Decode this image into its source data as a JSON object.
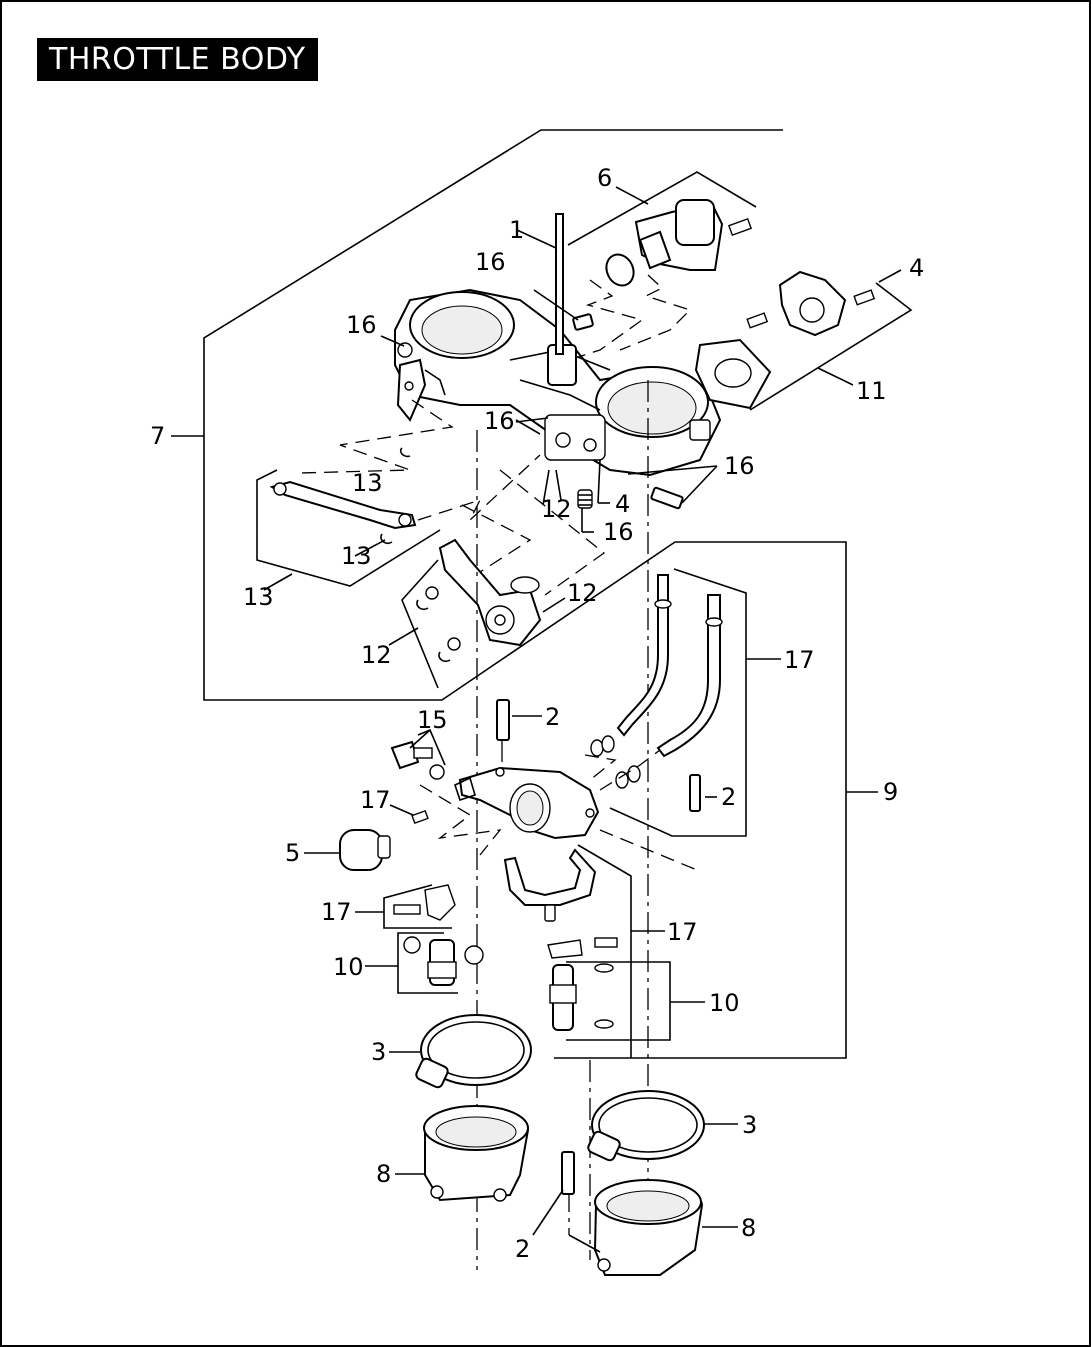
{
  "title": "THROTTLE BODY",
  "callouts": {
    "c1": "1",
    "c2a": "2",
    "c2b": "2",
    "c2c": "2",
    "c3a": "3",
    "c3b": "3",
    "c4a": "4",
    "c4b": "4",
    "c5": "5",
    "c6": "6",
    "c7": "7",
    "c8a": "8",
    "c8b": "8",
    "c9": "9",
    "c10a": "10",
    "c10b": "10",
    "c11": "11",
    "c12a": "12",
    "c12b": "12",
    "c12c": "12",
    "c13a": "13",
    "c13b": "13",
    "c13c": "13",
    "c15": "15",
    "c16a": "16",
    "c16b": "16",
    "c16c": "16",
    "c16d": "16",
    "c16e": "16",
    "c17a": "17",
    "c17b": "17",
    "c17c": "17",
    "c17d": "17"
  }
}
